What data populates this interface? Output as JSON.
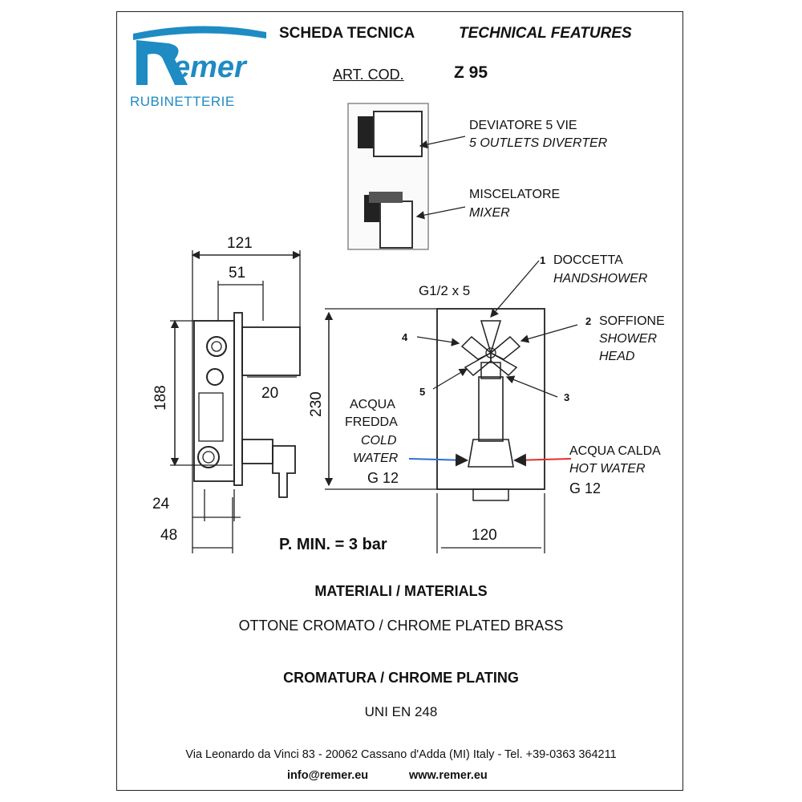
{
  "logo": {
    "brand": "Remer",
    "sub": "RUBINETTERIE",
    "color": "#1e8bc3"
  },
  "header": {
    "title_it": "SCHEDA TECNICA",
    "title_en": "TECHNICAL FEATURES",
    "art_label": "ART. COD.",
    "art_value": "Z 95"
  },
  "product_labels": {
    "diverter_it": "DEVIATORE 5 VIE",
    "diverter_en": "5 OUTLETS DIVERTER",
    "mixer_it": "MISCELATORE",
    "mixer_en": "MIXER"
  },
  "dimensions": {
    "d121": "121",
    "d51": "51",
    "d188": "188",
    "d20": "20",
    "d24": "24",
    "d48": "48",
    "d230": "230",
    "d120": "120",
    "thread": "G1/2 x 5"
  },
  "outlets": [
    {
      "num": "1",
      "it": "DOCCETTA",
      "en": "HANDSHOWER"
    },
    {
      "num": "2",
      "it": "SOFFIONE",
      "en": "SHOWER",
      "en2": "HEAD"
    },
    {
      "num": "3"
    },
    {
      "num": "4"
    },
    {
      "num": "5"
    }
  ],
  "water": {
    "cold_it1": "ACQUA",
    "cold_it2": "FREDDA",
    "cold_en1": "COLD",
    "cold_en2": "WATER",
    "cold_thread": "G 12",
    "hot_it": "ACQUA CALDA",
    "hot_en": "HOT WATER",
    "hot_thread": "G 12",
    "cold_color": "#2b6fd6",
    "hot_color": "#e0302b"
  },
  "pressure": "P. MIN. = 3 bar",
  "materials": {
    "title": "MATERIALI / MATERIALS",
    "value": "OTTONE CROMATO / CHROME PLATED BRASS",
    "plating_title": "CROMATURA / CHROME PLATING",
    "plating_value": "UNI EN 248"
  },
  "footer": {
    "address": "Via Leonardo da Vinci 83 - 20062 Cassano d'Adda (MI) Italy - Tel. +39-0363 364211",
    "email": "info@remer.eu",
    "web": "www.remer.eu"
  }
}
